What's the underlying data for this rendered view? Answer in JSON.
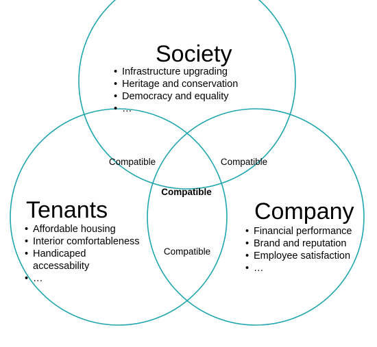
{
  "circles": {
    "society": {
      "title": "Society",
      "items": [
        "Infrastructure upgrading",
        "Heritage and conservation",
        "Democracy and equality",
        "…"
      ]
    },
    "tenants": {
      "title": "Tenants",
      "items": [
        "Affordable housing",
        "Interior comfortableness",
        "Handicaped accessability",
        "…"
      ]
    },
    "company": {
      "title": "Company",
      "items": [
        "Financial performance",
        "Brand and reputation",
        "Employee satisfaction",
        "…"
      ]
    }
  },
  "overlaps": {
    "society_tenants": "Compatible",
    "society_company": "Compatible",
    "all_three": "Compatible",
    "tenants_company": "Compatible"
  },
  "colors": {
    "circle_stroke": "#1fa6ad",
    "text": "#000000"
  }
}
